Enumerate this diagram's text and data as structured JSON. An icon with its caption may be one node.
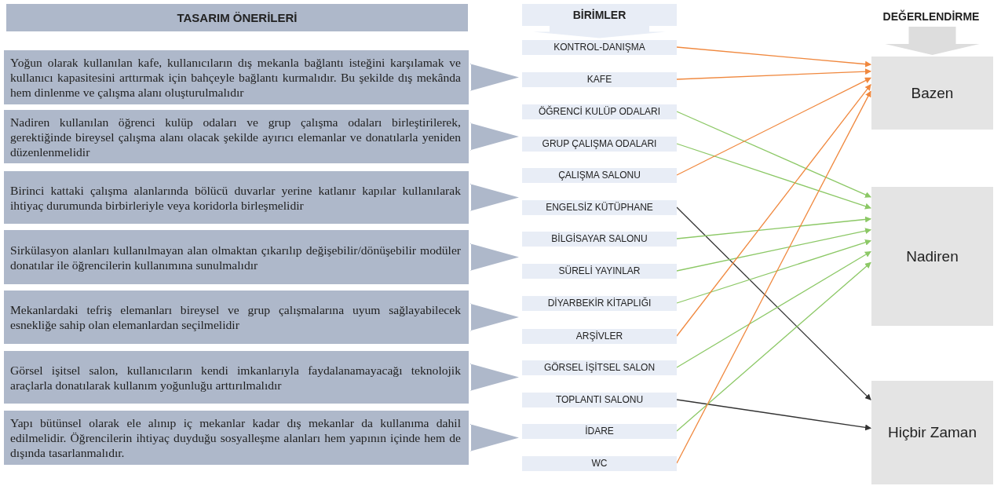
{
  "diagram": {
    "nodes": [
      {
        "text": [
          "TASARIM ÖNERİLERİ"
        ]
      },
      {
        "text": [
          "BİRİMLER"
        ]
      },
      {
        "text": [
          "DEĞERLENDİRME"
        ]
      },
      {
        "text": [
          "Yoğun olarak kullanılan kafe, kullanıcıların dış mekanla bağlantı isteğini karşılamak ve kullanıcı kapasitesini arttırmak için bahçeyle bağlantı kurmalıdır. Bu şekilde dış mekânda hem dinlenme ve çalışma alanı oluşturulmalıdır"
        ]
      },
      {
        "text": [
          "Nadiren kullanılan öğrenci kulüp odaları ve grup çalışma odaları birleştirilerek, gerektiğinde bireysel çalışma alanı olacak şekilde ayırıcı elemanlar ve donatılarla yeniden düzenlenmelidir"
        ]
      },
      {
        "text": [
          "Birinci kattaki çalışma alanlarında bölücü duvarlar yerine katlanır kapılar kullanılarak ihtiyaç durumunda birbirleriyle veya koridorla birleşmelidir"
        ]
      },
      {
        "text": [
          "Sirkülasyon alanları kullanılmayan alan olmaktan çıkarılıp değişebilir/dönüşebilir modüler donatılar ile öğrencilerin kullanımına sunulmalıdır"
        ]
      },
      {
        "text": [
          "Mekanlardaki tefriş elemanları bireysel ve grup çalışmalarına uyum sağlayabilecek esnekliğe sahip olan elemanlardan seçilmelidir"
        ]
      },
      {
        "text": [
          "Görsel işitsel salon, kullanıcıların kendi imkanlarıyla faydalanamayacağı teknolojik araçlarla donatılarak kullanım yoğunluğu arttırılmalıdır"
        ]
      },
      {
        "text": [
          "Yapı bütünsel olarak ele alınıp iç mekanlar kadar dış mekanlar da kullanıma dahil edilmelidir. Öğrencilerin ihtiyaç duyduğu sosyalleşme alanları hem yapının içinde hem de dışında tasarlanmalıdır."
        ]
      },
      {
        "text": [
          "KONTROL-DANIŞMA"
        ]
      },
      {
        "text": [
          "KAFE"
        ]
      },
      {
        "text": [
          "ÖĞRENCİ KULÜP ODALARI"
        ]
      },
      {
        "text": [
          "GRUP ÇALIŞMA ODALARI"
        ]
      },
      {
        "text": [
          "ÇALIŞMA SALONU"
        ]
      },
      {
        "text": [
          "ENGELSİZ KÜTÜPHANE"
        ]
      },
      {
        "text": [
          "BİLGİSAYAR SALONU"
        ]
      },
      {
        "text": [
          "SÜRELİ YAYINLAR"
        ]
      },
      {
        "text": [
          "DİYARBEKİR KİTAPLIĞI"
        ]
      },
      {
        "text": [
          "ARŞİVLER"
        ]
      },
      {
        "text": [
          "GÖRSEL İŞİTSEL SALON"
        ]
      },
      {
        "text": [
          "TOPLANTI SALONU"
        ]
      },
      {
        "text": [
          "İDARE"
        ]
      },
      {
        "text": [
          "WC"
        ]
      },
      {
        "text": [
          "Bazen"
        ]
      },
      {
        "text": [
          "Nadiren"
        ]
      },
      {
        "text": [
          "Hiçbir Zaman"
        ]
      }
    ],
    "edges": [
      {
        "from": 10,
        "to": 24,
        "arrow": "to",
        "color": "#f0883e"
      },
      {
        "from": 11,
        "to": 24,
        "arrow": "to",
        "color": "#f0883e"
      },
      {
        "from": 12,
        "to": 25,
        "arrow": "to"
      },
      {
        "from": 13,
        "to": 25,
        "arrow": "to"
      },
      {
        "from": 14,
        "to": 24,
        "arrow": "to",
        "color": "#f0883e"
      },
      {
        "from": 15,
        "to": 26,
        "arrow": "to",
        "color": "#333333"
      },
      {
        "from": 16,
        "to": 25,
        "arrow": "to"
      },
      {
        "from": 17,
        "to": 25,
        "arrow": "to"
      },
      {
        "from": 18,
        "to": 25,
        "arrow": "to"
      },
      {
        "from": 19,
        "to": 24,
        "arrow": "to",
        "color": "#f0883e"
      },
      {
        "from": 20,
        "to": 25,
        "arrow": "to"
      },
      {
        "from": 21,
        "to": 26,
        "arrow": "to",
        "color": "#333333"
      },
      {
        "from": 22,
        "to": 25,
        "arrow": "to"
      },
      {
        "from": 23,
        "to": 24,
        "arrow": "to",
        "color": "#f0883e"
      },
      {
        "from": 1,
        "to": 10,
        "arrow": "to",
        "style": "thick",
        "color": "#e8edf6"
      },
      {
        "from": 2,
        "to": 24,
        "arrow": "to",
        "style": "thick",
        "color": "#dddddd"
      },
      {
        "from": 3,
        "to": 11,
        "arrow": "to",
        "style": "thick",
        "color": "#aeb8ca"
      },
      {
        "from": 4,
        "to": 13,
        "arrow": "to",
        "style": "thick",
        "color": "#aeb8ca"
      },
      {
        "from": 5,
        "to": 15,
        "arrow": "to",
        "style": "thick",
        "color": "#aeb8ca"
      },
      {
        "from": 6,
        "to": 16,
        "arrow": "to",
        "style": "thick",
        "color": "#aeb8ca"
      },
      {
        "from": 7,
        "to": 18,
        "arrow": "to",
        "style": "thick",
        "color": "#aeb8ca"
      },
      {
        "from": 8,
        "to": 20,
        "arrow": "to",
        "style": "thick",
        "color": "#aeb8ca"
      },
      {
        "from": 9,
        "to": 22,
        "arrow": "to",
        "style": "thick",
        "color": "#aeb8ca"
      }
    ]
  }
}
